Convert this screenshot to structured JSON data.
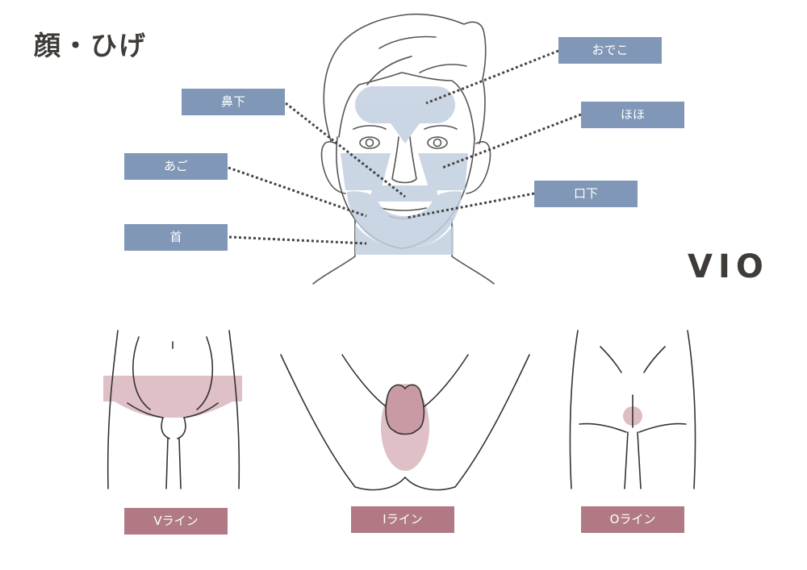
{
  "sections": {
    "face_title": "顔・ひげ",
    "vio_title": "VIO"
  },
  "face_labels": {
    "forehead": "おでこ",
    "under_nose": "鼻下",
    "cheeks": "ほほ",
    "chin": "あご",
    "under_mouth": "口下",
    "neck": "首"
  },
  "vio_labels": {
    "v": "Vライン",
    "i": "Iライン",
    "o": "Oライン"
  },
  "colors": {
    "face_label": "#8097b7",
    "face_area": "#c3cfe0",
    "vio_label": "#b07983",
    "vio_area": "#d9b5bc",
    "line": "#3a3a3a"
  }
}
